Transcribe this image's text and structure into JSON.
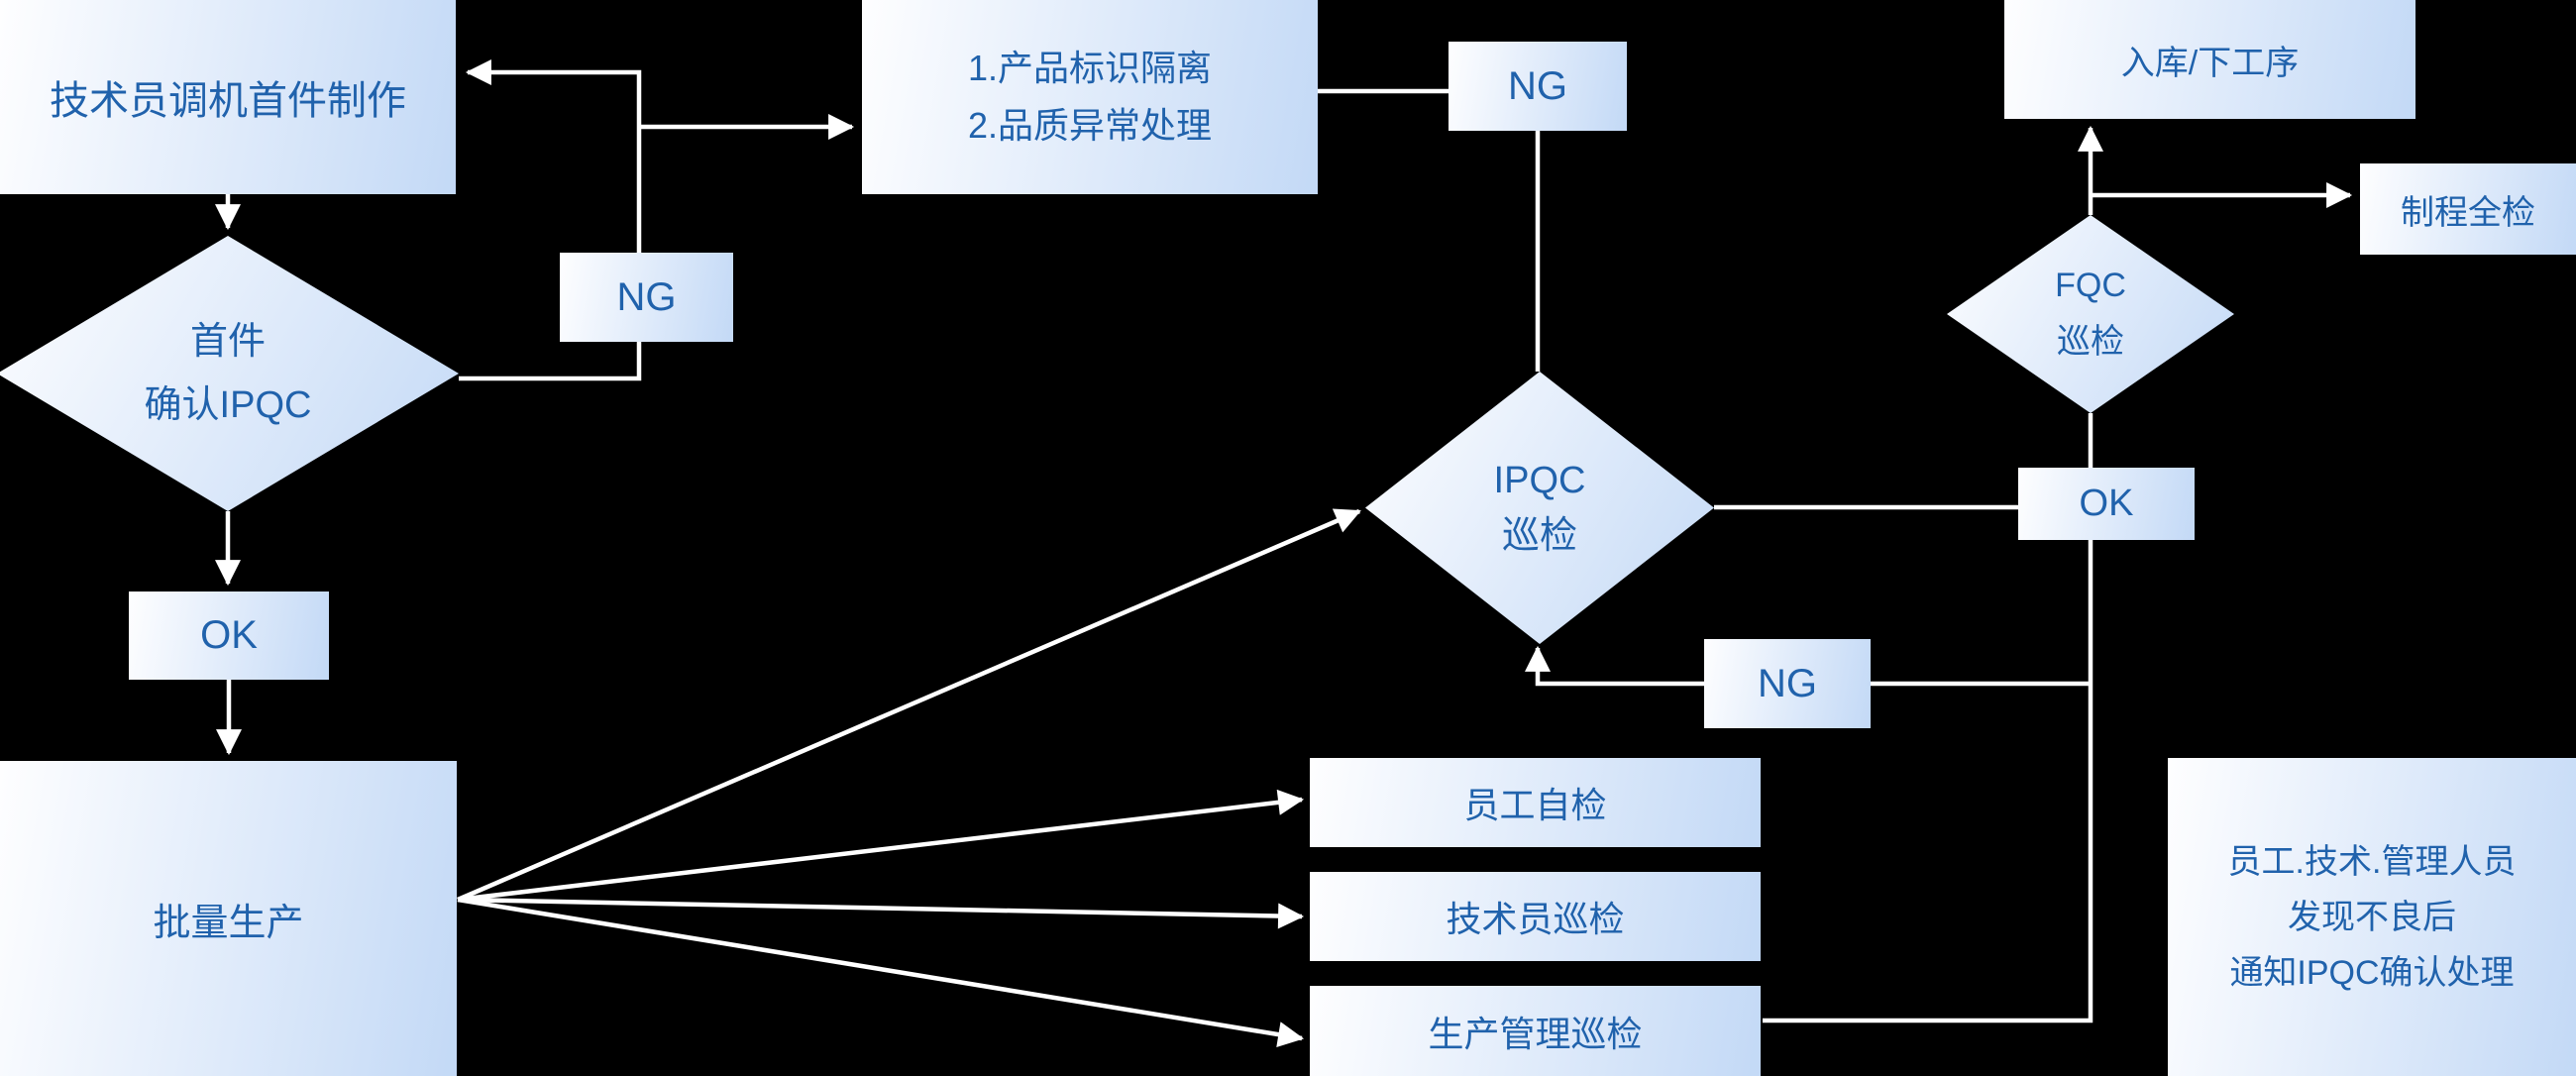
{
  "diagram_title": "IPQC quality control process flowchart",
  "colors": {
    "background": "#000000",
    "node_gradient_start": "#fefeff",
    "node_gradient_end": "#c3d9f6",
    "text": "#2062ac",
    "connector": "#ffffff"
  },
  "nodes": {
    "first_article": {
      "label": "技术员调机首件制作"
    },
    "first_confirm": {
      "line1": "首件",
      "line2": "确认IPQC"
    },
    "ng1": {
      "label": "NG"
    },
    "quality_handle": {
      "line1": "1.产品标识隔离",
      "line2": "2.品质异常处理"
    },
    "ng_top": {
      "label": "NG"
    },
    "ok1": {
      "label": "OK"
    },
    "mass_production": {
      "label": "批量生产"
    },
    "ipqc": {
      "line1": "IPQC",
      "line2": "巡检"
    },
    "ng2": {
      "label": "NG"
    },
    "ok2": {
      "label": "OK"
    },
    "fqc": {
      "line1": "FQC",
      "line2": "巡检"
    },
    "warehouse": {
      "label": "入库/下工序"
    },
    "full_inspection": {
      "label": "制程全检"
    },
    "self_check": {
      "label": "员工自检"
    },
    "tech_patrol": {
      "label": "技术员巡检"
    },
    "prod_mgmt_patrol": {
      "label": "生产管理巡检"
    },
    "notify": {
      "line1": "员工.技术.管理人员",
      "line2": "发现不良后",
      "line3": "通知IPQC确认处理"
    }
  }
}
